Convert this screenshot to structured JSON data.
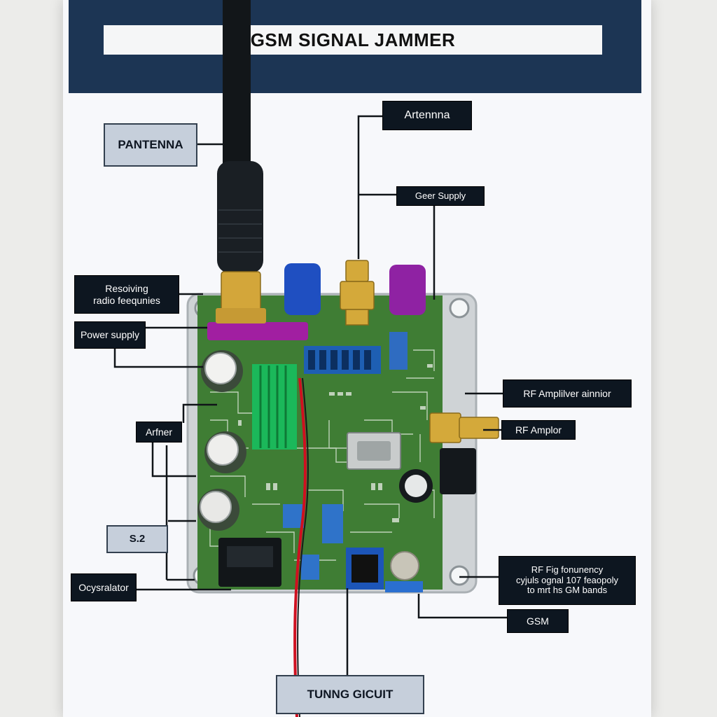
{
  "title": "GSM SIGNAL JAMMER",
  "labels": {
    "pantenna": "PANTENNA",
    "antenna_top": "Artennna",
    "gear_supply": "Geer Supply",
    "resolving": "Resoiving\nradio feequnies",
    "power_supply": "Power supply",
    "rf_amp_junior": "RF Amplilver ainnior",
    "arfner": "Arfner",
    "rf_amplor": "RF Amplor",
    "s2": "S.2",
    "ocysralator": "Ocysralator",
    "rf_fig": "RF Fig fonunency\ncyjuls ognal 107 feaopoly\nto mrt hs GM bands",
    "gsm": "GSM",
    "tuning": "TUNNG GICUIT"
  },
  "colors": {
    "banner": "#1c3554",
    "pcb": "#3f7d34",
    "label_dark": "#0d1620",
    "label_light": "#c6cfdb"
  },
  "icons": [
    "antenna-icon",
    "capacitor-icon",
    "heatsink-icon",
    "sma-connector-icon",
    "potentiometer-icon"
  ]
}
